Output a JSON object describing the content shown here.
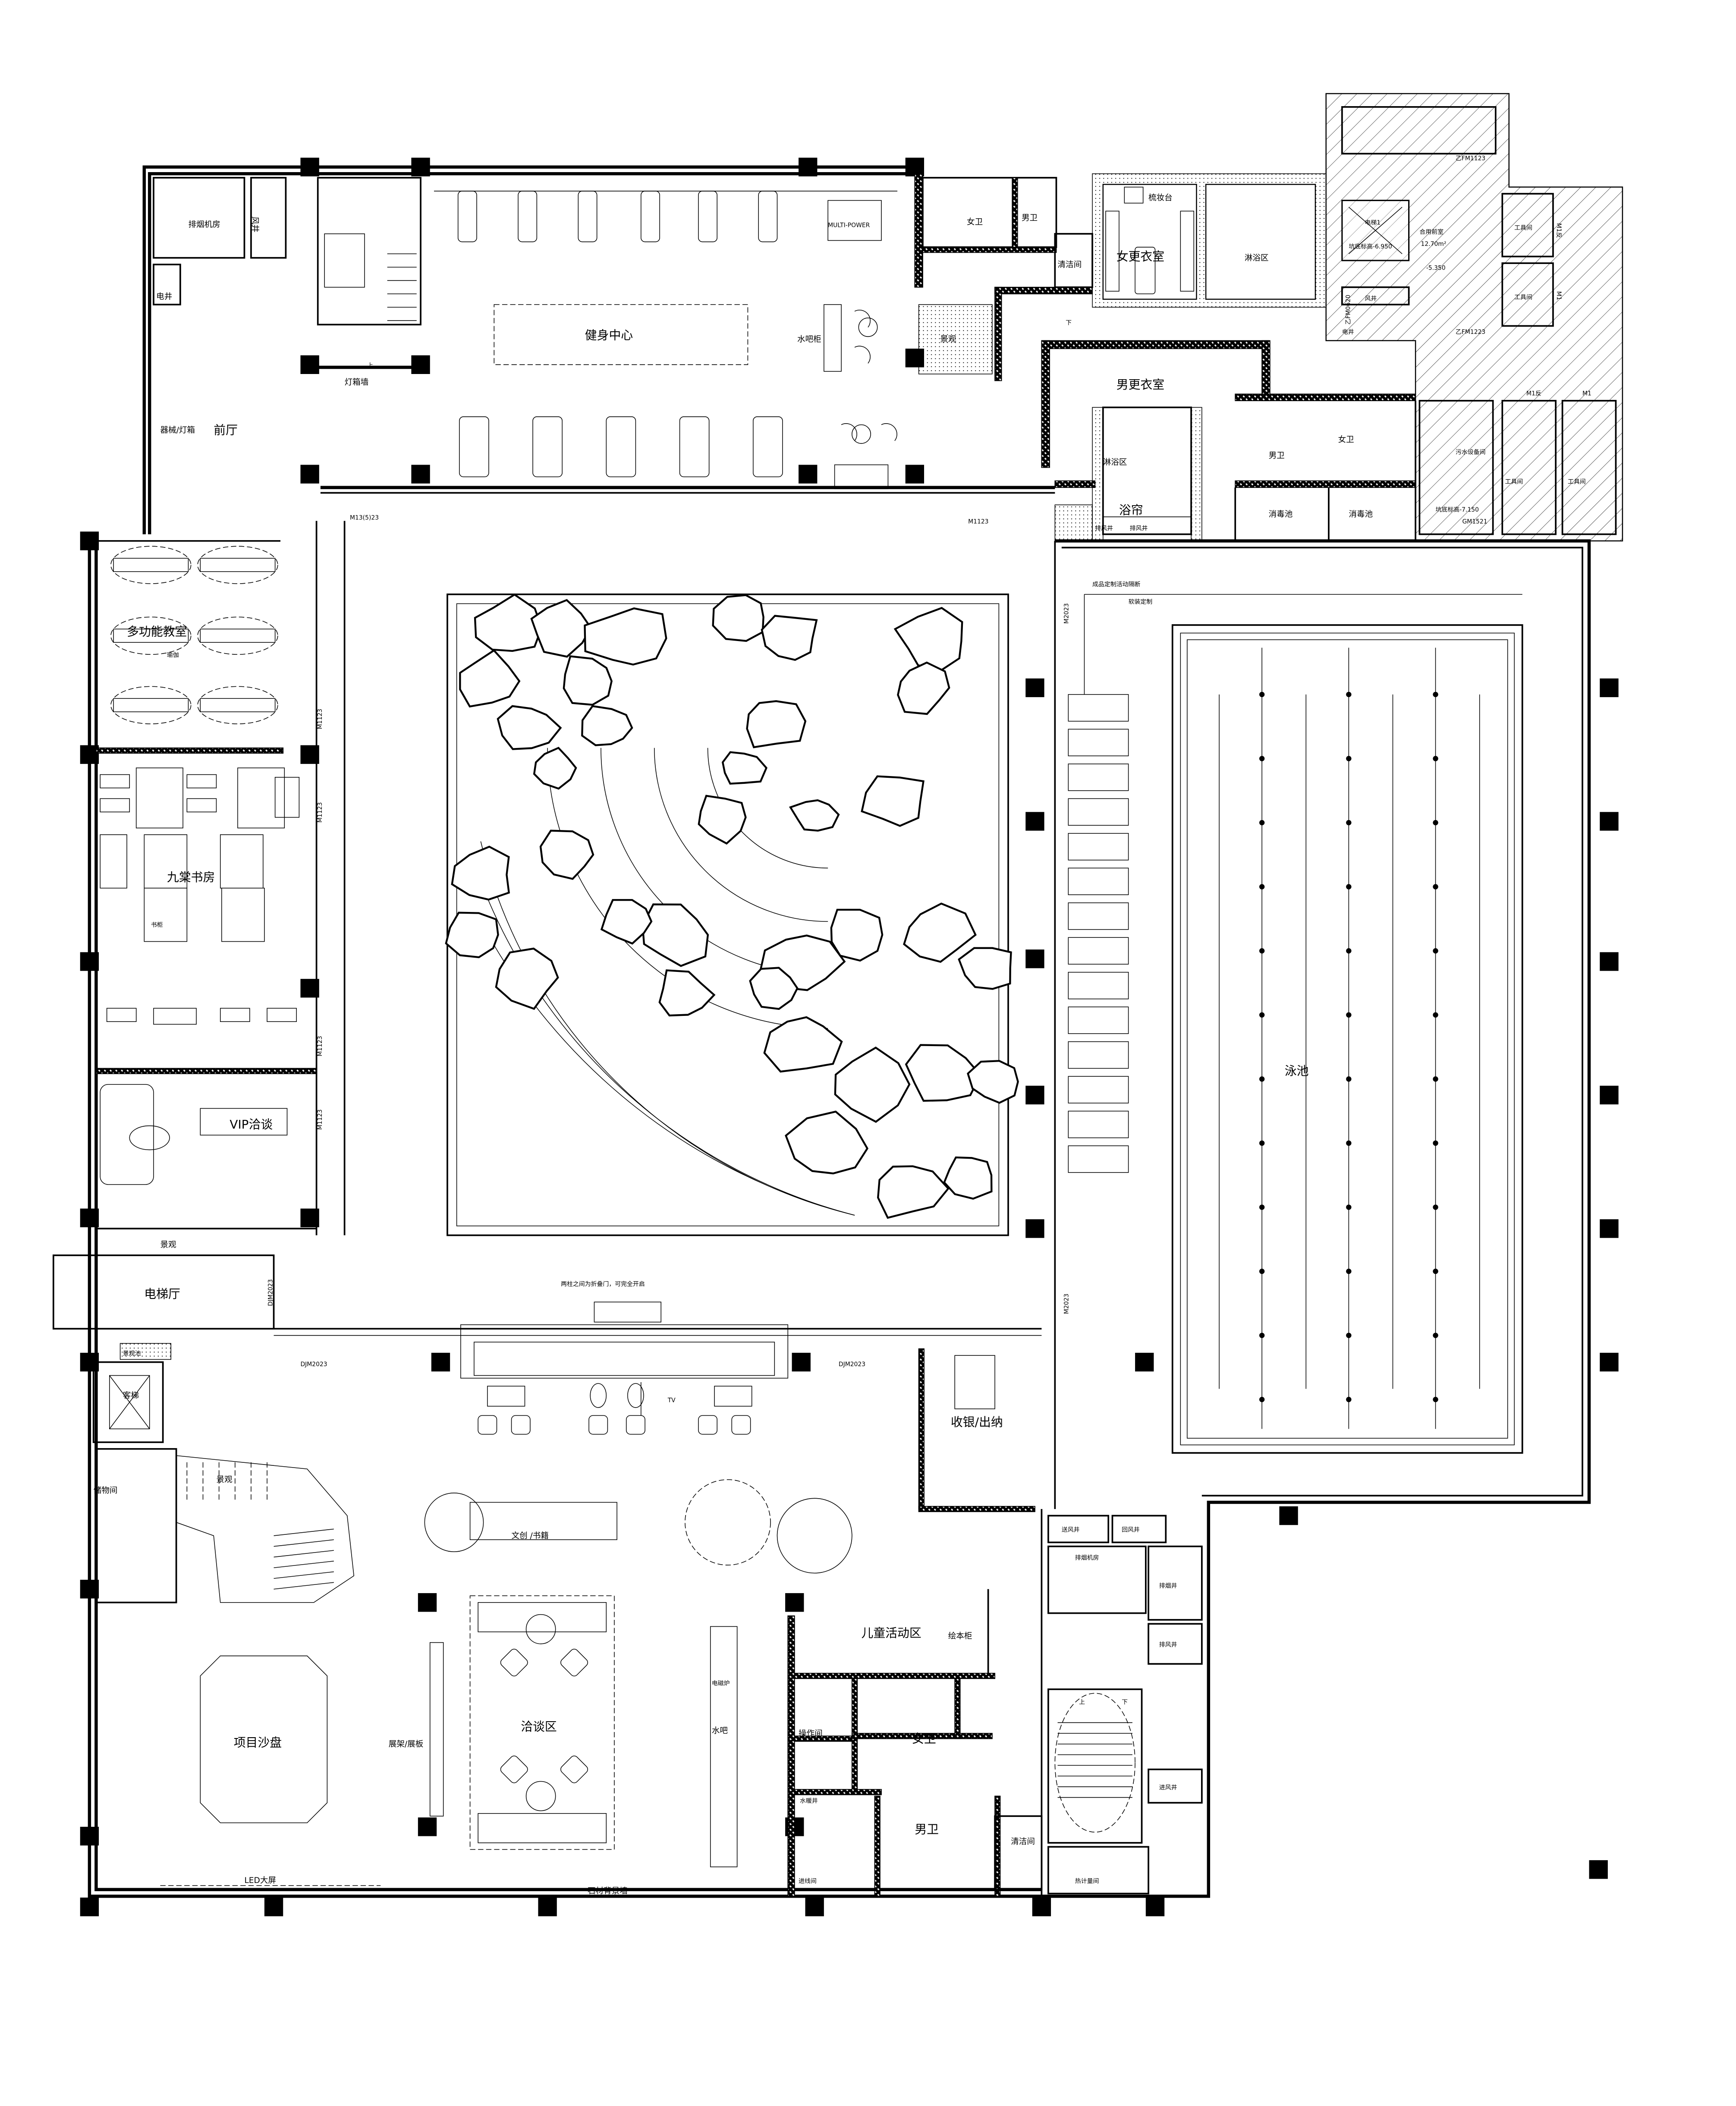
{
  "top_left": {
    "exhaust_room": "排烟机房",
    "air_shaft": "风井",
    "elec_shaft": "电井",
    "lightbox_wall": "灯箱墙",
    "equipment_lightbox": "器械/灯箱",
    "lobby": "前厅"
  },
  "fitness": {
    "title": "健身中心",
    "water_bar_cabinet": "水吧柜",
    "landscape": "景观",
    "multi_power": "MULTI-POWER"
  },
  "toilets_top": {
    "women": "女卫",
    "men": "男卫",
    "cleaning": "清洁间"
  },
  "changing": {
    "women_changing": "女更衣室",
    "vanity": "梳妆台",
    "women_shower": "淋浴区",
    "men_changing": "男更衣室",
    "men_shower": "淋浴区",
    "curtain": "浴帘",
    "exhaust_1": "排风井",
    "exhaust_2": "排风井",
    "men_wc": "男卫",
    "women_wc": "女卫",
    "disinfect_1": "消毒池",
    "disinfect_2": "消毒池"
  },
  "core": {
    "elevator": "电梯1",
    "pit_level": "坑底标高-6.950",
    "anteroom": "合用前室",
    "area": "12.70m²",
    "level": "-5.350",
    "door_1": "乙FM1123",
    "door_2": "乙FM1223",
    "door_3": "乙FM0620",
    "wind": "风井",
    "elec": "电井",
    "tool_1": "工具间",
    "tool_2": "工具间",
    "tool_3": "工具间",
    "tool_4": "工具间",
    "m1_rev_1": "M1反",
    "m1_1": "M1",
    "m1_rev_2": "M1反",
    "m1_2": "M1",
    "sewage": "污水设备间",
    "pit_level_2": "坑底标高-7.150",
    "gm": "GM1521"
  },
  "left": {
    "multi_class": "多功能教室",
    "yoga": "瑜伽",
    "study": "九棠书房",
    "bookcase": "书柜",
    "vip": "VIP洽谈",
    "landscape": "景观",
    "elevator_hall": "电梯厅",
    "pond": "景观池",
    "passenger_elevator": "客梯",
    "storage": "储物间",
    "landscape_2": "景观",
    "sandtable": "项目沙盘",
    "led": "LED大屏",
    "stone_wall": "石材背景墙"
  },
  "doors": {
    "m13_5_23": "M13(5)23",
    "m1123_top": "M1123",
    "m1123_a": "M1123",
    "m1123_b": "M1123",
    "m1123_c": "M1123",
    "m1123_d": "M1123",
    "m2023_a": "M2023",
    "m2023_b": "M2023",
    "djm2023_a": "DJM2023",
    "djm2023_b": "DJM2023",
    "djm2023_c": "DJM2023"
  },
  "pool": {
    "partition": "成品定制活动隔断",
    "soft": "软装定制",
    "pool": "泳池"
  },
  "bottom": {
    "folding_note": "两柱之间为折叠门，可完全开启",
    "tv": "TV",
    "cashier": "收银/出纳",
    "culture": "文创 /书籍",
    "negotiation": "洽谈区",
    "display": "展架/展板",
    "water_bar": "水吧",
    "induction": "电磁炉",
    "kids": "儿童活动区",
    "picture_books": "绘本柜",
    "operation": "操作间",
    "women": "女卫",
    "plumbing": "水暖井",
    "men": "男卫",
    "incoming": "进线间",
    "cleaning": "清洁间",
    "heat_meter": "热计量间",
    "smoke_room": "排烟机房",
    "supply": "送风井",
    "return": "回风井",
    "smoke_shaft": "排烟井",
    "exhaust": "排风井",
    "intake": "进风井"
  },
  "stairs": {
    "up": "上",
    "down": "下"
  }
}
